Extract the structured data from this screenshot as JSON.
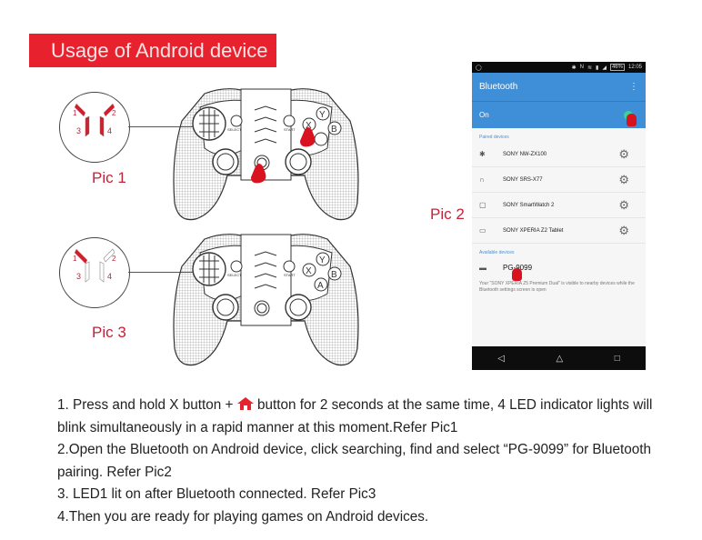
{
  "banner": {
    "title": "Usage of Android device",
    "color": "#e8212e"
  },
  "figures": {
    "pic1": {
      "label": "Pic 1",
      "leds": [
        "1",
        "2",
        "3",
        "4"
      ],
      "lit_leds": [
        "1",
        "2",
        "3",
        "4"
      ]
    },
    "pic2": {
      "label": "Pic 2"
    },
    "pic3": {
      "label": "Pic 3",
      "leds": [
        "1",
        "2",
        "3",
        "4"
      ],
      "lit_leds": [
        "1"
      ]
    }
  },
  "controller": {
    "select_label": "SELECT",
    "start_label": "START",
    "face_buttons": [
      "Y",
      "X",
      "B",
      "A"
    ]
  },
  "phone": {
    "status_bar": {
      "battery": "46%",
      "time": "12:05"
    },
    "app_title": "Bluetooth",
    "menu_icon": "more-vert-icon",
    "toggle_label": "On",
    "paired_header": "Paired devices",
    "paired_devices": [
      {
        "name": "SONY NW-ZX100",
        "icon": "bluetooth-icon"
      },
      {
        "name": "SONY SRS-X77",
        "icon": "headphones-icon"
      },
      {
        "name": "SONY SmartWatch 2",
        "icon": "watch-icon"
      },
      {
        "name": "SONY XPERIA Z2 Tablet",
        "icon": "laptop-icon"
      }
    ],
    "available_header": "Available devices",
    "available_devices": [
      {
        "name": "PG-9099",
        "icon": "gamepad-icon"
      }
    ],
    "visibility_note": "Your \"SONY XPERIA Z5 Premium Dual\" is visible to nearby devices while the Bluetooth settings screen is open",
    "nav": {
      "back": "◁",
      "home": "△",
      "recents": "□"
    }
  },
  "instructions": {
    "step1_a": "1. Press and hold X button + ",
    "step1_b": " button for 2 seconds at the same time, 4 LED indicator lights will",
    "step1_c": "blink simultaneously in a rapid manner at this moment.Refer Pic1",
    "step2_a": "2.Open the Bluetooth on Android device, click searching, find and select “PG-9099” for Bluetooth",
    "step2_b": "pairing. Refer Pic2",
    "step3": "3. LED1 lit on after Bluetooth connected. Refer Pic3",
    "step4": "4.Then you are ready for playing games on Android devices."
  }
}
